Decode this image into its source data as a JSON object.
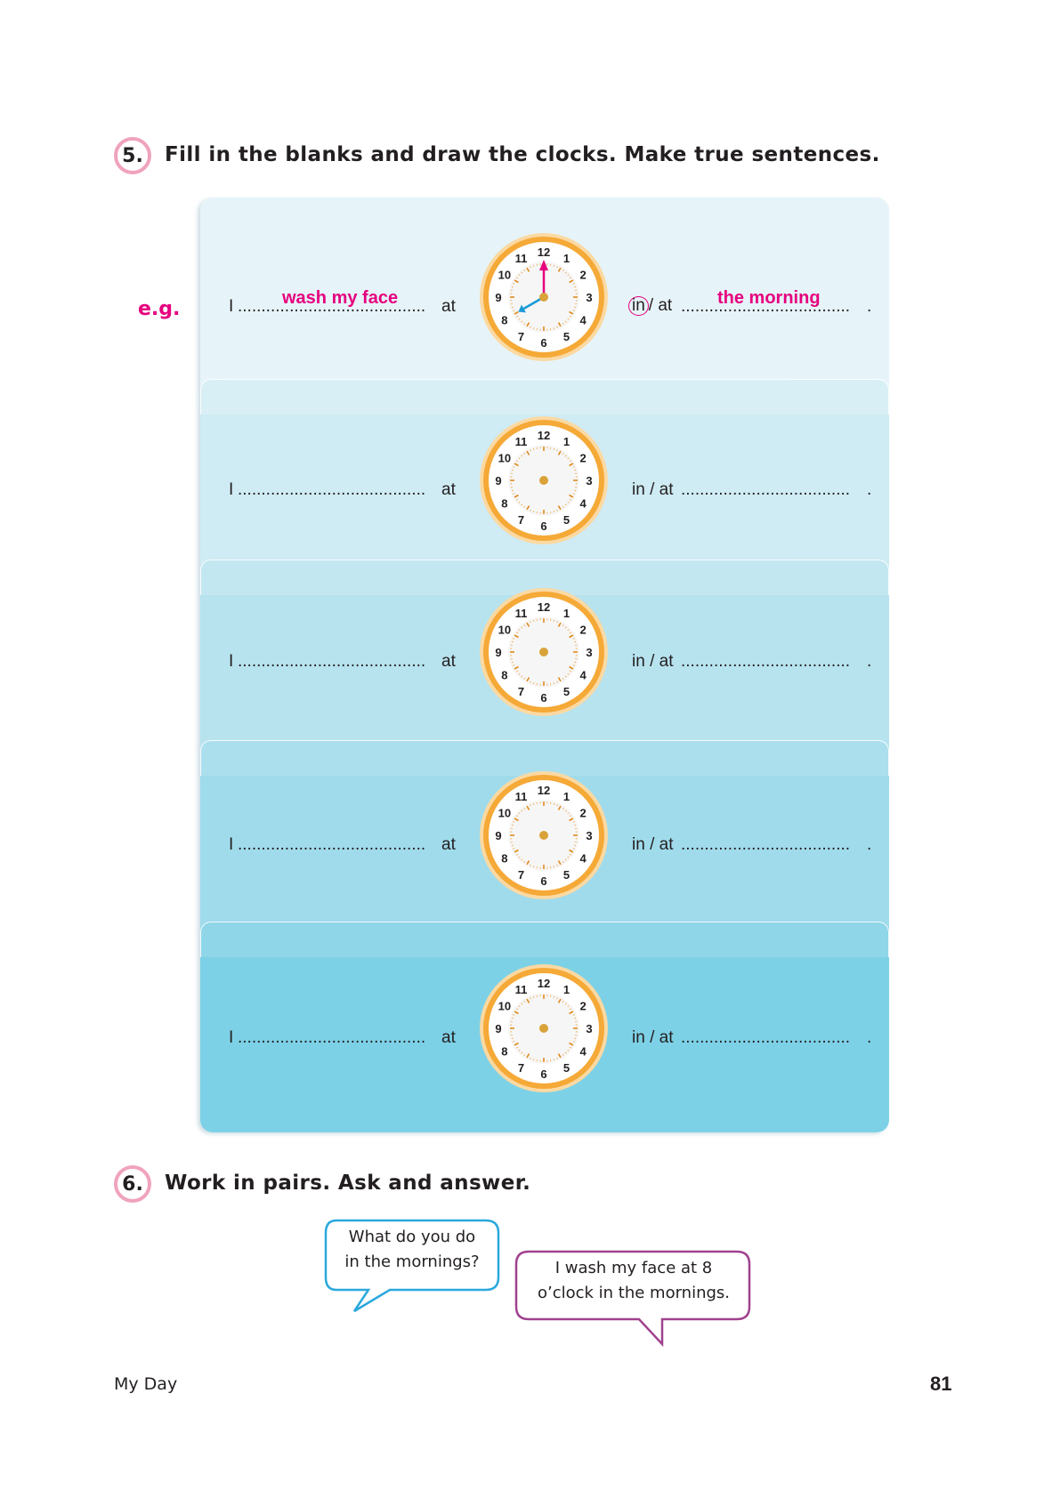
{
  "exercise5": {
    "number": "5.",
    "instruction": "Fill in the blanks and draw the clocks. Make true sentences."
  },
  "example_label": "e.g.",
  "rows": [
    {
      "subject": "I",
      "blank1": "........................................",
      "at": "at",
      "in_at_prefix": "in",
      "in_at_suffix": "/ at",
      "blank2": "....................................",
      "period": ".",
      "answer1": "wash my face",
      "answer2": "the morning",
      "clock_time": "8:00"
    },
    {
      "subject": "I",
      "blank1": "........................................",
      "at": "at",
      "in_at": "in / at",
      "blank2": "....................................",
      "period": "."
    },
    {
      "subject": "I",
      "blank1": "........................................",
      "at": "at",
      "in_at": "in / at",
      "blank2": "....................................",
      "period": "."
    },
    {
      "subject": "I",
      "blank1": "........................................",
      "at": "at",
      "in_at": "in / at",
      "blank2": "....................................",
      "period": "."
    },
    {
      "subject": "I",
      "blank1": "........................................",
      "at": "at",
      "in_at": "in / at",
      "blank2": "....................................",
      "period": "."
    }
  ],
  "clock_numbers": [
    "12",
    "1",
    "2",
    "3",
    "4",
    "5",
    "6",
    "7",
    "8",
    "9",
    "10",
    "11"
  ],
  "exercise6": {
    "number": "6.",
    "instruction": "Work in pairs. Ask and answer.",
    "question_line1": "What do you do",
    "question_line2": "in the mornings?",
    "answer_line1": "I wash my face at 8",
    "answer_line2": "o’clock in the mornings."
  },
  "footer": {
    "section": "My Day",
    "page": "81"
  },
  "colors": {
    "band1": "#e6f4f9",
    "band2": "#cfebf4",
    "band3": "#b7e3ef",
    "band4": "#a0dbeb",
    "band5": "#7dd1e6",
    "accent_pink": "#e6007e",
    "clock_rim": "#f7b84b",
    "question_border": "#2aa8dd",
    "answer_border": "#a0428f"
  }
}
